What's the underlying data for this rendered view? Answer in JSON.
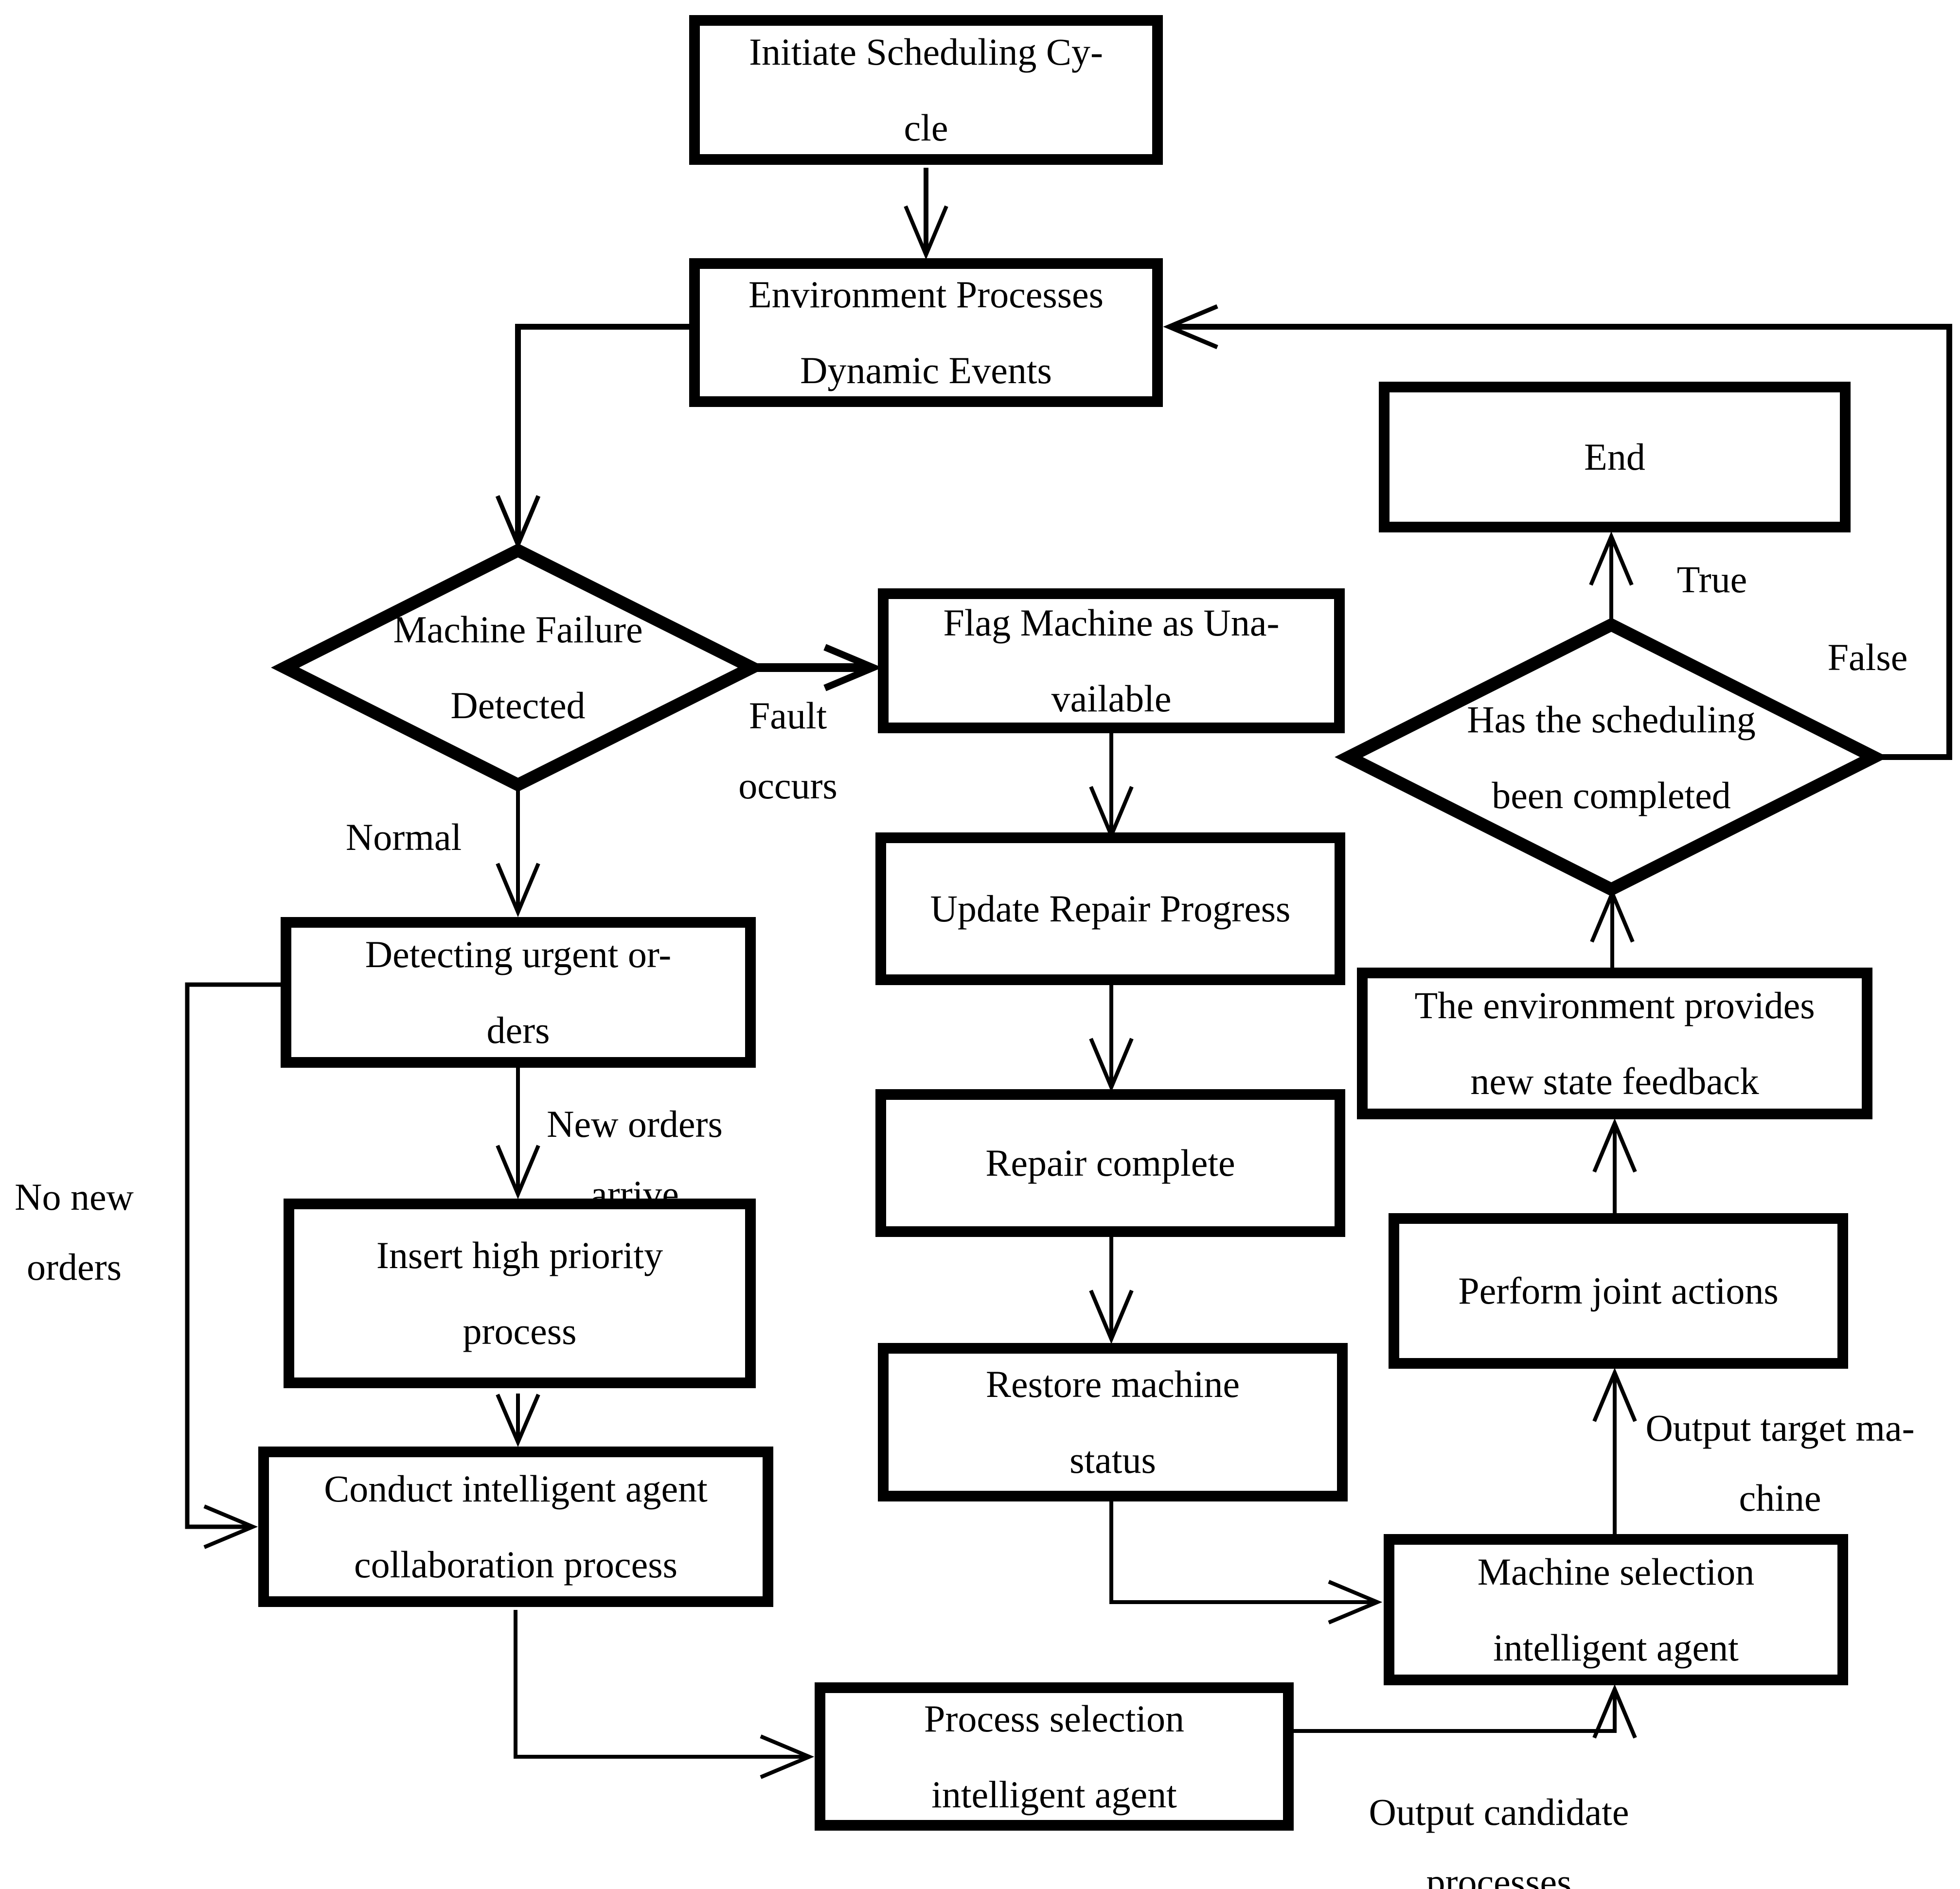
{
  "diagram": {
    "nodes": {
      "initiate": "Initiate Scheduling Cy-\ncle",
      "environment": "Environment Processes\nDynamic Events",
      "machine_failure": "Machine Failure\nDetected",
      "flag_machine": "Flag Machine as Una-\nvailable",
      "update_repair": "Update Repair Progress",
      "repair_complete": "Repair complete",
      "restore_machine": "Restore machine\nstatus",
      "detecting_orders": "Detecting urgent or-\nders",
      "insert_priority": "Insert high priority\nprocess",
      "conduct_collab": "Conduct intelligent agent\ncollaboration process",
      "process_selection": "Process selection\nintelligent agent",
      "machine_selection": "Machine selection\nintelligent agent",
      "perform_joint": "Perform joint actions",
      "env_feedback": "The environment provides\nnew state feedback",
      "has_completed": "Has the scheduling\nbeen completed",
      "end": "End"
    },
    "edge_labels": {
      "fault_occurs": "Fault\noccurs",
      "normal": "Normal",
      "new_orders_arrive": "New orders\narrive",
      "no_new_orders": "No new\norders",
      "output_candidate_processes": "Output candidate\nprocesses",
      "output_target_machine": "Output target ma-\nchine",
      "true_label": "True",
      "false_label": "False"
    },
    "colors": {
      "line": "#000000",
      "node_fill": "#ffffff",
      "background": "#ffffff"
    }
  }
}
